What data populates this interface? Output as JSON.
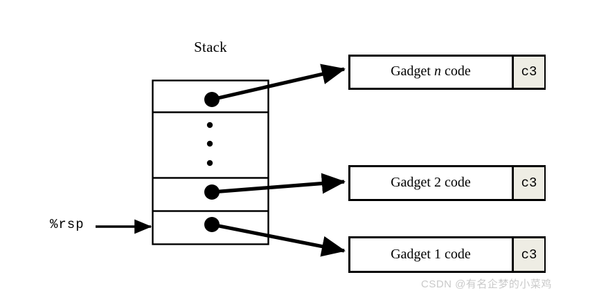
{
  "figure": {
    "stack_title": "Stack",
    "rsp_label": "%rsp",
    "watermark": "CSDN @有名企梦的小菜鸡"
  },
  "colors": {
    "stroke": "#000000",
    "background": "#ffffff",
    "c3_fill": "#EEEDE4",
    "watermark": "#c9c9c9"
  },
  "stack": {
    "label": "Stack",
    "cells": [
      {
        "name": "stack-cell-gadget-n",
        "has_pointer_dot": true,
        "has_ellipsis": false
      },
      {
        "name": "stack-cell-ellipsis",
        "has_pointer_dot": false,
        "has_ellipsis": true
      },
      {
        "name": "stack-cell-gadget-2",
        "has_pointer_dot": true,
        "has_ellipsis": false
      },
      {
        "name": "stack-cell-gadget-1",
        "has_pointer_dot": true,
        "has_ellipsis": false
      }
    ],
    "ellipsis_dot_count": 3,
    "stack_pointer": {
      "label": "%rsp",
      "points_to_cell": "stack-cell-gadget-1"
    }
  },
  "gadgets": [
    {
      "id": "gadget-n",
      "code_prefix": "Gadget ",
      "code_index": "n",
      "code_index_italic": true,
      "code_suffix": " code",
      "ret_byte": "c3"
    },
    {
      "id": "gadget-2",
      "code_prefix": "Gadget ",
      "code_index": "2",
      "code_index_italic": false,
      "code_suffix": " code",
      "ret_byte": "c3"
    },
    {
      "id": "gadget-1",
      "code_prefix": "Gadget ",
      "code_index": "1",
      "code_index_italic": false,
      "code_suffix": " code",
      "ret_byte": "c3"
    }
  ],
  "connectors": [
    {
      "name": "connector-stack-to-gadget-n",
      "from_cell": "stack-cell-gadget-n",
      "to_gadget": "gadget-n"
    },
    {
      "name": "connector-stack-to-gadget-2",
      "from_cell": "stack-cell-gadget-2",
      "to_gadget": "gadget-2"
    },
    {
      "name": "connector-stack-to-gadget-1",
      "from_cell": "stack-cell-gadget-1",
      "to_gadget": "gadget-1"
    }
  ]
}
